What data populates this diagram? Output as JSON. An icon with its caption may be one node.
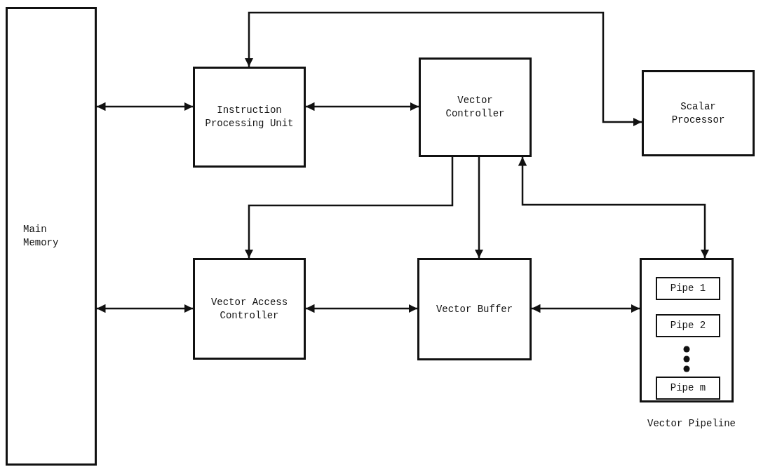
{
  "diagram": {
    "nodes": [
      {
        "text": [
          "Main Memory"
        ]
      },
      {
        "text": [
          "Instruction Processing Unit"
        ]
      },
      {
        "text": [
          "Vector Controller"
        ]
      },
      {
        "text": [
          "Scalar Processor"
        ]
      },
      {
        "text": [
          "Vector Access Controller"
        ]
      },
      {
        "text": [
          "Vector Buffer"
        ]
      },
      {
        "text": [
          "Vector Pipeline"
        ]
      },
      {
        "text": [
          "Pipe 1"
        ],
        "in": 6
      },
      {
        "text": [
          "Pipe 2"
        ],
        "in": 6
      },
      {
        "text": [
          "Pipe m"
        ],
        "in": 6
      }
    ],
    "edges": [
      {
        "from": 0,
        "to": 1,
        "arrow": "both"
      },
      {
        "from": 1,
        "to": 2,
        "arrow": "both"
      },
      {
        "from": 1,
        "to": 3,
        "arrow": "both"
      },
      {
        "from": 2,
        "to": 4,
        "arrow": "to"
      },
      {
        "from": 2,
        "to": 5,
        "arrow": "to"
      },
      {
        "from": 2,
        "to": 6,
        "arrow": "both"
      },
      {
        "from": 0,
        "to": 4,
        "arrow": "both"
      },
      {
        "from": 4,
        "to": 5,
        "arrow": "both"
      },
      {
        "from": 5,
        "to": 6,
        "arrow": "both"
      }
    ]
  }
}
